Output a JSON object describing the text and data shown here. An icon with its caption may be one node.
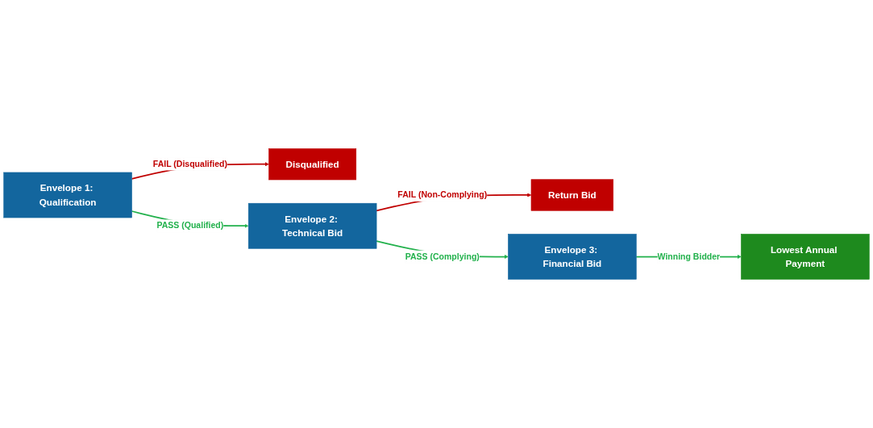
{
  "diagram": {
    "nodes": [
      {
        "text": [
          "Disqualified"
        ]
      },
      {
        "text": [
          "Return Bid"
        ]
      },
      {
        "text": [
          "Envelope 1: Qualification"
        ]
      },
      {
        "text": [
          "Envelope 2: Technical Bid"
        ]
      },
      {
        "text": [
          "Envelope 3: Financial Bid"
        ]
      },
      {
        "text": [
          "Lowest Annual Payment"
        ]
      }
    ],
    "edges": [
      {
        "from": 2,
        "to": 0,
        "arrow": "to",
        "label": "FAIL (Disqualified)",
        "color": "#c00000"
      },
      {
        "from": 2,
        "to": 3,
        "arrow": "to",
        "label": "PASS (Qualified)"
      },
      {
        "from": 3,
        "to": 1,
        "arrow": "to",
        "label": "FAIL (Non-Complying)",
        "color": "#c00000"
      },
      {
        "from": 3,
        "to": 4,
        "arrow": "to",
        "label": "PASS (Complying)"
      },
      {
        "from": 4,
        "to": 5,
        "arrow": "to",
        "label": "Winning Bidder"
      }
    ]
  }
}
